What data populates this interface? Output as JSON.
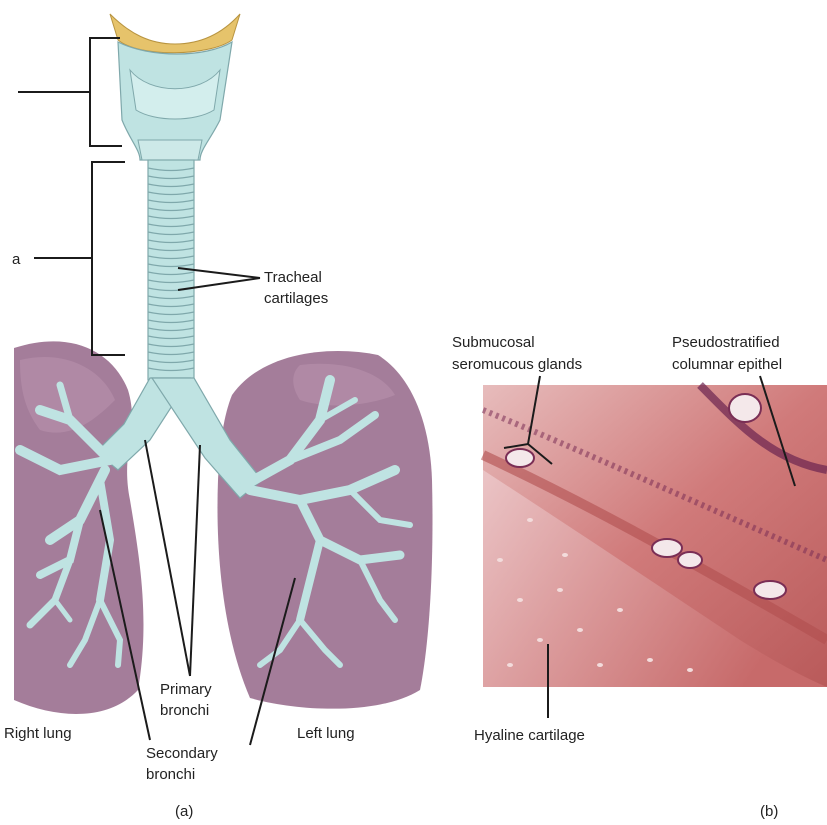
{
  "panel_a": {
    "label_cut_a": "a",
    "tracheal": [
      "Tracheal",
      "cartilages"
    ],
    "primary": [
      "Primary",
      "bronchi"
    ],
    "secondary": [
      "Secondary",
      "bronchi"
    ],
    "right_lung": "Right lung",
    "left_lung": "Left lung",
    "caption": "(a)"
  },
  "panel_b": {
    "submucosal": [
      "Submucosal",
      "seromucous glands"
    ],
    "pseudo": [
      "Pseudostratified",
      "columnar epithel"
    ],
    "hyaline": "Hyaline cartilage",
    "caption": "(b)"
  },
  "colors": {
    "lung": "#9a6f8f",
    "lung_light": "#b994ae",
    "airway": "#bfe3e2",
    "airway_stroke": "#7fa8ab",
    "epiglottis": "#e6c36b",
    "tissue": "#c96a6a",
    "tissue_dark": "#8a3b58",
    "line": "#1b1b1b"
  }
}
